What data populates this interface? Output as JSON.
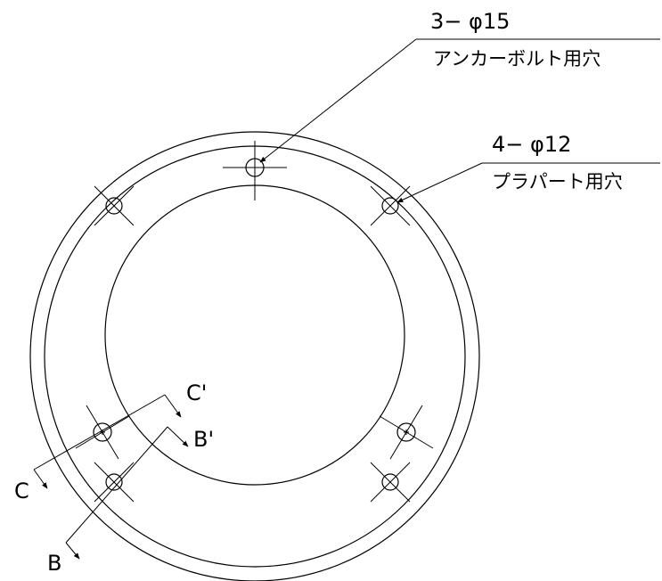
{
  "callouts": {
    "anchor": {
      "spec": "3− φ15",
      "desc": "アンカーボルト用穴"
    },
    "parapet": {
      "spec": "4− φ12",
      "desc": "プラパート用穴"
    }
  },
  "sections": {
    "c_prime": "C'",
    "b_prime": "B'",
    "c": "C",
    "b": "B"
  },
  "colors": {
    "line": "#000000",
    "background": "#ffffff"
  }
}
